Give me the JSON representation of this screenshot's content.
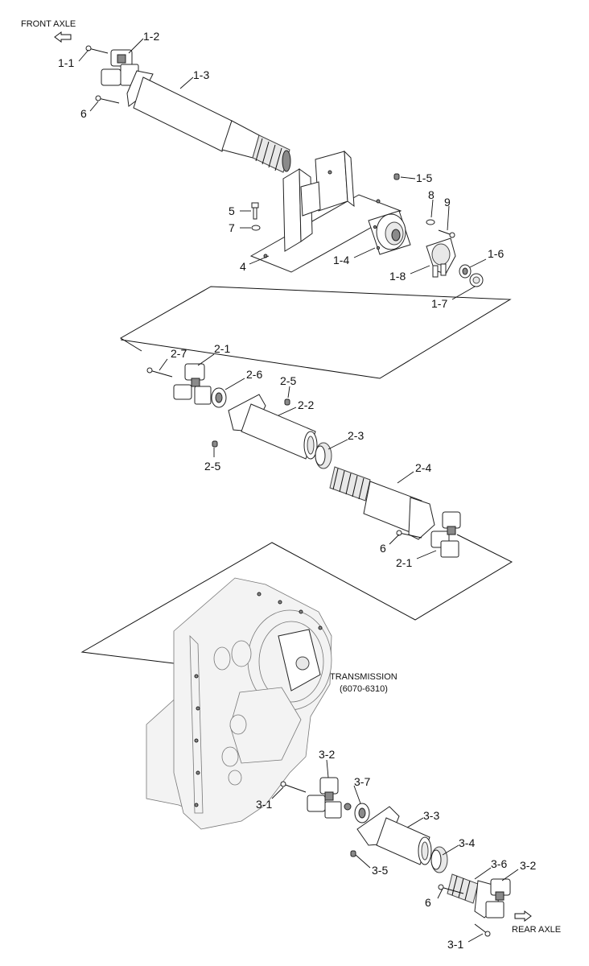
{
  "notes": {
    "front_axle": "FRONT AXLE",
    "rear_axle": "REAR AXLE",
    "transmission": "TRANSMISSION",
    "transmission_model": "(6070-6310)"
  },
  "callouts": {
    "c_1_1": "1-1",
    "c_1_2": "1-2",
    "c_1_3": "1-3",
    "c_6_top": "6",
    "c_1_5": "1-5",
    "c_5": "5",
    "c_7": "7",
    "c_8": "8",
    "c_9": "9",
    "c_4": "4",
    "c_1_4": "1-4",
    "c_1_6": "1-6",
    "c_1_8": "1-8",
    "c_1_7": "1-7",
    "c_2_7": "2-7",
    "c_2_1_top": "2-1",
    "c_2_6": "2-6",
    "c_2_5_top": "2-5",
    "c_2_2": "2-2",
    "c_2_5_bot": "2-5",
    "c_2_3": "2-3",
    "c_2_4": "2-4",
    "c_6_mid": "6",
    "c_2_1_bot": "2-1",
    "c_3_2_left": "3-2",
    "c_3_7": "3-7",
    "c_3_1_left": "3-1",
    "c_3_3": "3-3",
    "c_3_4": "3-4",
    "c_3_5": "3-5",
    "c_3_6": "3-6",
    "c_3_2_right": "3-2",
    "c_6_bot": "6",
    "c_3_1_bot": "3-1"
  }
}
